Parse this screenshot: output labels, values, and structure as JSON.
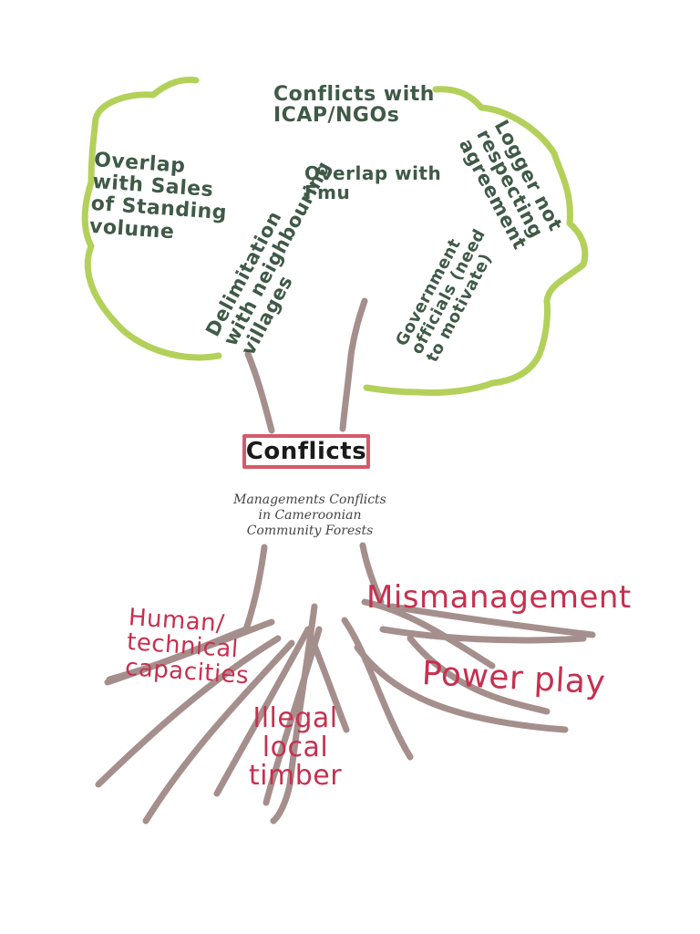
{
  "colors": {
    "canopy_outline": "#b3d15a",
    "trunk_and_roots": "#a58f8c",
    "canopy_text": "#3f5a47",
    "root_text": "#c7304f",
    "title_border": "#d45a6a"
  },
  "title": "Conflicts",
  "subtitle": "Managements Conflicts\nin Cameroonian\nCommunity Forests",
  "canopy_labels": [
    "Conflicts with\nICAP/NGOs",
    "Overlap\n with Sales\nof Standing\nvolume",
    "Overlap with\nFmu",
    "Logger not\nrespecting agreement",
    "Delimitation\nwith neighbouring\nvillages",
    "Government\nofficials (need\nto motivate)"
  ],
  "root_labels": [
    "Human/\ntechnical\ncapacities",
    "Mismanagement",
    "Power play",
    "Illegal\nlocal timber"
  ]
}
